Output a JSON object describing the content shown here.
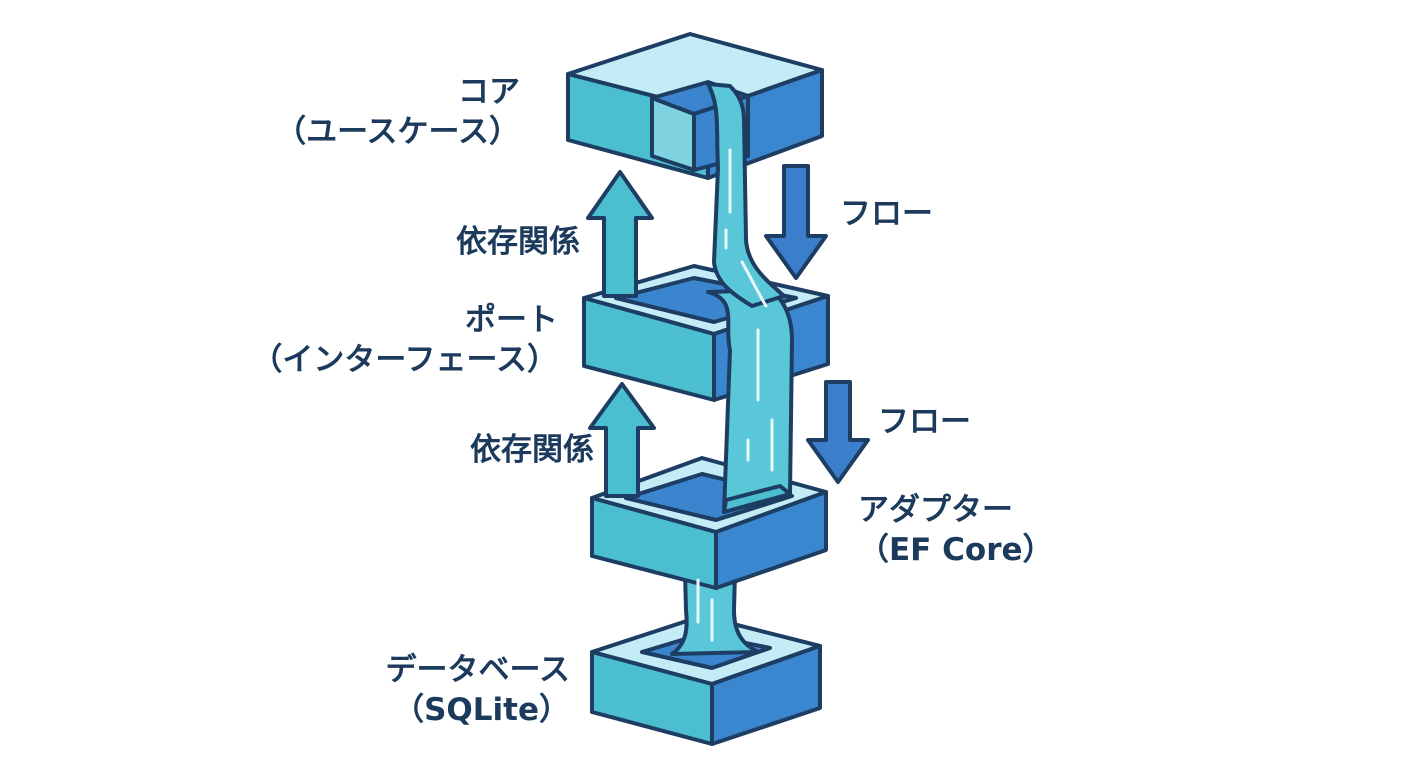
{
  "layers": [
    {
      "id": "core",
      "name": "コア",
      "detail": "（ユースケース）"
    },
    {
      "id": "port",
      "name": "ポート",
      "detail": "（インターフェース）"
    },
    {
      "id": "adapter",
      "name": "アダプター",
      "detail": "（EF Core）"
    },
    {
      "id": "database",
      "name": "データベース",
      "detail": "（SQLite）"
    }
  ],
  "arrows": {
    "dependency": "依存関係",
    "flow": "フロー"
  },
  "colors": {
    "outline": "#1d3d63",
    "block_top": "#c4ecf7",
    "block_front": "#4bbfcf",
    "block_side": "#3b87cf",
    "water": "#5ac7d8",
    "arrow_up": "#4bbfcf",
    "arrow_down": "#3b7fcc",
    "text": "#1c3a5c"
  }
}
